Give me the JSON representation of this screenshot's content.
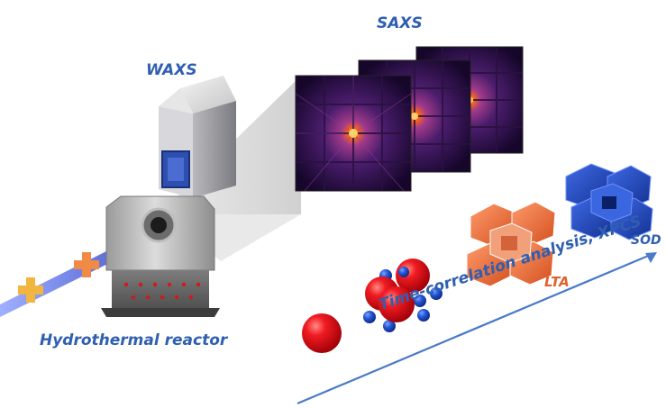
{
  "labels": {
    "saxs": "SAXS",
    "waxs": "WAXS",
    "reactor": "Hydrothermal reactor",
    "axis": "Time-correlation analysis, XPCS",
    "lta": "LTA",
    "sod": "SOD"
  },
  "colors": {
    "label_blue": "#2f5fb0",
    "lta_orange": "#e0622f",
    "beam": "#3a56c9",
    "sphere_red": "#e0141c",
    "sphere_blue": "#1f4fd1",
    "sod_blue": "#1f46c0",
    "pattern_dark": "#15062a",
    "pattern_center": "#ff8a1a"
  }
}
